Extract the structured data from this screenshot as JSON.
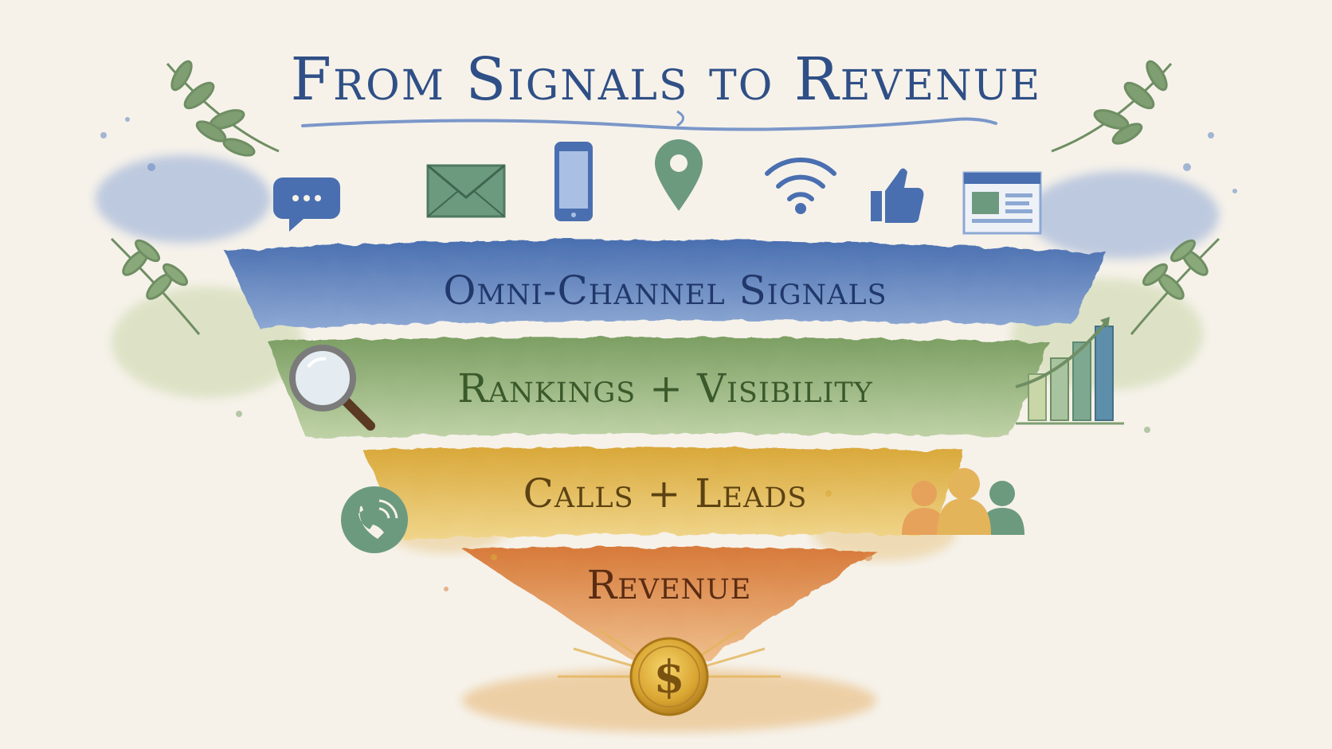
{
  "title": "From Signals to Revenue",
  "tiers": [
    {
      "label": "Omni-Channel Signals",
      "color": "#5b7fb8",
      "text_color": "#21386a"
    },
    {
      "label": "Rankings + Visibility",
      "color": "#8fae76",
      "text_color": "#3a5a2c"
    },
    {
      "label": "Calls + Leads",
      "color": "#e0b654",
      "text_color": "#5c4212"
    },
    {
      "label": "Revenue",
      "color": "#d98a4c",
      "text_color": "#5a2c12"
    }
  ],
  "coin_symbol": "$",
  "signal_icons": [
    "chat-bubble-icon",
    "envelope-icon",
    "smartphone-icon",
    "location-pin-icon",
    "wifi-icon",
    "thumbs-up-icon",
    "browser-window-icon"
  ],
  "side_icons": [
    "magnifying-glass-icon",
    "phone-call-icon",
    "growth-chart-icon",
    "people-group-icon"
  ]
}
